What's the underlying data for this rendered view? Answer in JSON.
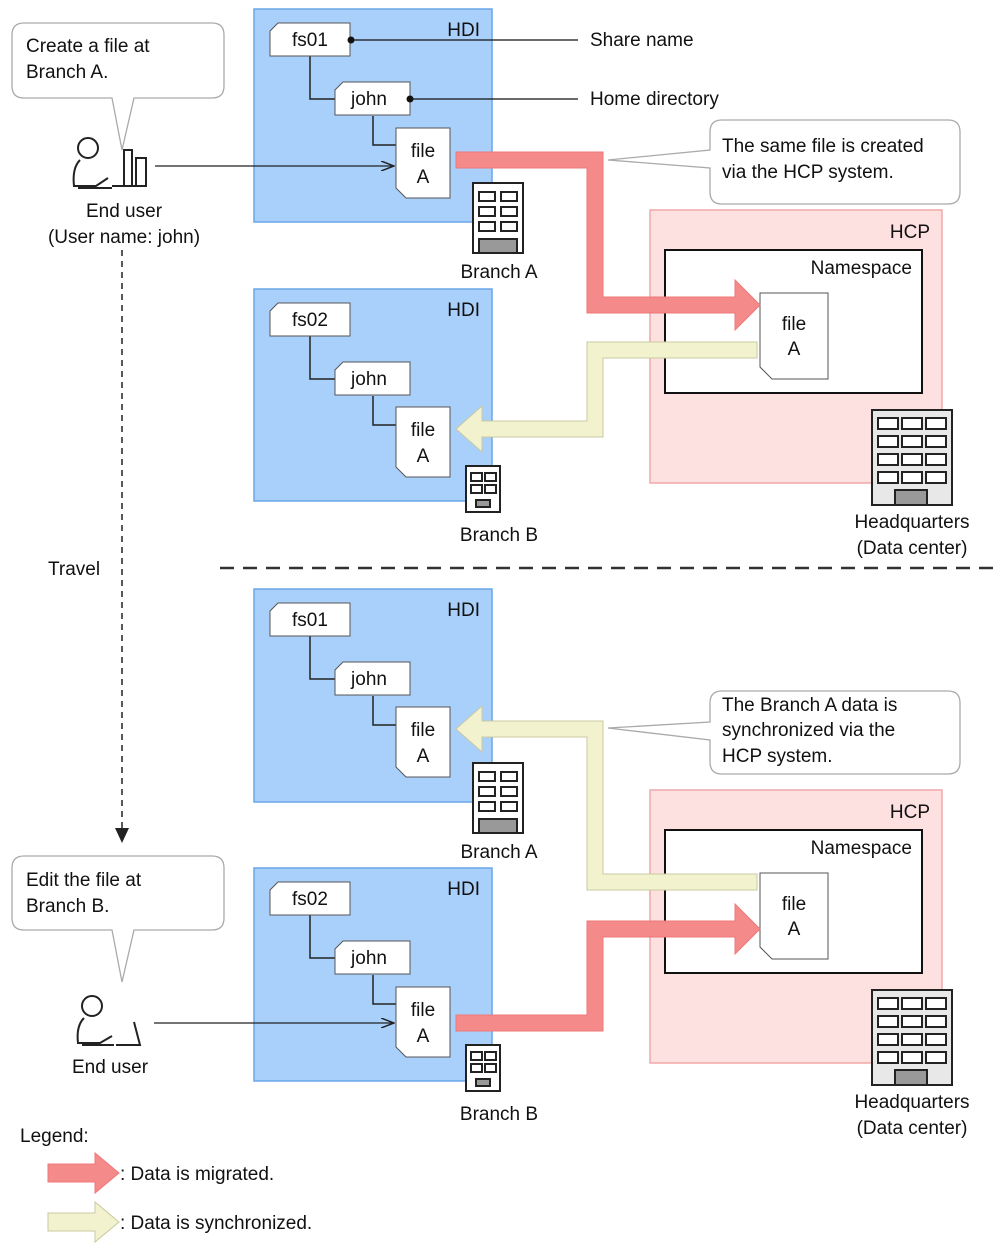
{
  "colors": {
    "hdi_fill": "#a9d0fb",
    "hdi_stroke": "#6aa6e8",
    "hcp_fill": "#fde0e0",
    "hcp_stroke": "#f2a9a9",
    "migrate_arrow": "#f48a8a",
    "sync_arrow": "#f2f2cf",
    "sync_arrow_stroke": "#c9c9a0"
  },
  "upper": {
    "user_callout": [
      "Create a file at",
      "Branch A."
    ],
    "user_label": [
      "End user",
      "(User name: john)"
    ],
    "hdi_a": {
      "label": "HDI",
      "share": "fs01",
      "home": "john",
      "file": [
        "file",
        "A"
      ],
      "branch": "Branch A"
    },
    "hdi_b": {
      "label": "HDI",
      "share": "fs02",
      "home": "john",
      "file": [
        "file",
        "A"
      ],
      "branch": "Branch B"
    },
    "share_name_label": "Share name",
    "home_dir_label": "Home directory",
    "callout": [
      "The same file is created",
      "via the HCP system."
    ],
    "hcp": {
      "label": "HCP",
      "namespace": "Namespace",
      "file": [
        "file",
        "A"
      ],
      "site": [
        "Headquarters",
        "(Data center)"
      ]
    }
  },
  "travel_label": "Travel",
  "lower": {
    "hdi_a": {
      "label": "HDI",
      "share": "fs01",
      "home": "john",
      "file": [
        "file",
        "A"
      ],
      "branch": "Branch A"
    },
    "hdi_b": {
      "label": "HDI",
      "share": "fs02",
      "home": "john",
      "file": [
        "file",
        "A"
      ],
      "branch": "Branch B"
    },
    "callout": [
      "The Branch A data is",
      "synchronized via the",
      "HCP system."
    ],
    "user_callout": [
      "Edit the file at",
      "Branch B."
    ],
    "user_label": "End user",
    "hcp": {
      "label": "HCP",
      "namespace": "Namespace",
      "file": [
        "file",
        "A"
      ],
      "site": [
        "Headquarters",
        "(Data center)"
      ]
    }
  },
  "legend": {
    "title": "Legend:",
    "migrated": ": Data is migrated.",
    "synchronized": ": Data is synchronized."
  }
}
